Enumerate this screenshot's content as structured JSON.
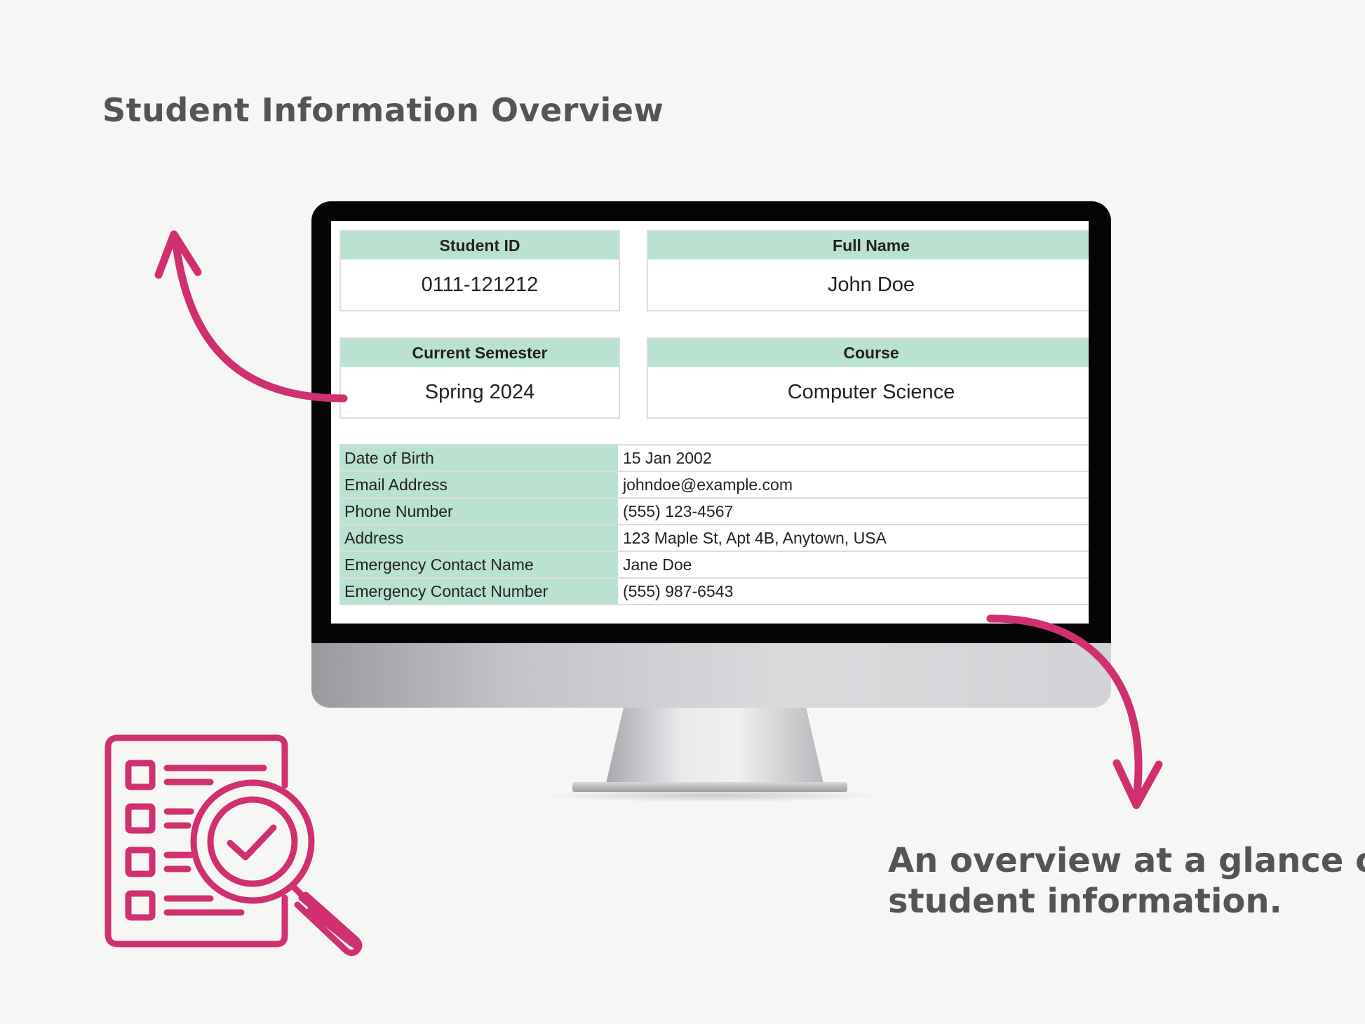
{
  "page": {
    "title": "Student Information Overview",
    "caption_lines": [
      "An overview at a glance of",
      "student information."
    ]
  },
  "cards": [
    {
      "label": "Student ID",
      "value": "0111-121212"
    },
    {
      "label": "Full Name",
      "value": "John Doe"
    },
    {
      "label": "Current Semester",
      "value": "Spring 2024"
    },
    {
      "label": "Course",
      "value": "Computer Science"
    }
  ],
  "details": [
    {
      "label": "Date of Birth",
      "value": "15 Jan 2002"
    },
    {
      "label": "Email Address",
      "value": "johndoe@example.com"
    },
    {
      "label": "Phone Number",
      "value": "(555) 123-4567"
    },
    {
      "label": "Address",
      "value": "123 Maple St, Apt 4B, Anytown, USA"
    },
    {
      "label": "Emergency Contact Name",
      "value": "Jane Doe"
    },
    {
      "label": "Emergency Contact Number",
      "value": "(555) 987-6543"
    }
  ],
  "colors": {
    "accent": "#d0306f",
    "header_fill": "#b9e2d0",
    "text_dark": "#545454",
    "background": "#f6f7f4"
  },
  "icons": [
    "checklist-magnifier-icon",
    "curved-arrow-up-icon",
    "curved-arrow-down-icon"
  ]
}
